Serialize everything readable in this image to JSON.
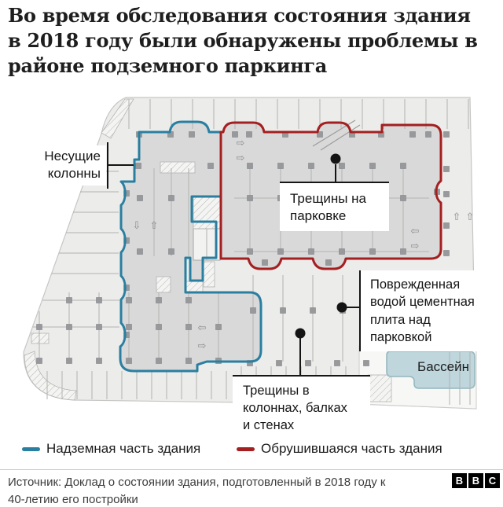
{
  "title": {
    "lines": [
      "Во время обследования состояния здания",
      "в 2018 году были обнаружены проблемы в",
      "районе подземного паркинга"
    ]
  },
  "plan": {
    "labels": {
      "bearing_columns_lines": [
        "Несущие",
        "колонны"
      ],
      "cracks_parking_lines": [
        "Трещины на",
        "парковке"
      ],
      "damaged_slab_lines": [
        "Поврежденная",
        "водой цементная",
        "плита над",
        "парковкой"
      ],
      "cracks_columns_lines": [
        "Трещины в",
        "колоннах, балках",
        "и стенах"
      ],
      "pool": "Бассейн"
    }
  },
  "legend": {
    "items": [
      {
        "label": "Надземная часть здания"
      },
      {
        "label": "Обрушившаяся часть здания"
      }
    ]
  },
  "footer": {
    "source": "Источник: Доклад о состоянии здания, подготовленный в 2018 году к 40-летию его постройки",
    "logo_letters": [
      "B",
      "B",
      "C"
    ]
  },
  "colors": {
    "above_ground_outline": "#2a7fa0",
    "collapsed_outline": "#a41f20",
    "building_fill": "#d9d9d9",
    "pool_fill": "#bed6dc",
    "pool_border": "#93b6be",
    "callout": "#141414"
  }
}
